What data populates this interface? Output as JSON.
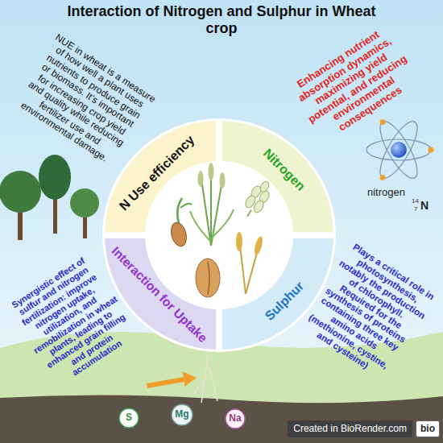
{
  "diagram": {
    "title": "Interaction of Nitrogen and Sulphur in Wheat crop",
    "nodes": [
      {
        "text": [
          "N Use efficiency"
        ]
      },
      {
        "text": [
          "Nitrogen"
        ]
      },
      {
        "text": [
          "Interaction for Uptake"
        ]
      },
      {
        "text": [
          "Sulphur"
        ]
      },
      {
        "text": [
          "S"
        ]
      },
      {
        "text": [
          "Mg"
        ]
      },
      {
        "text": [
          "Na"
        ]
      }
    ],
    "labels": [
      "NUE in wheat is a measure of how well a plant uses nutrients to produce grain or biomass. It's important for increasing crop yield and quality while reducing fertilizer use and environmental damage.",
      "Enhancing nutrient absorption dynamics, maximizing yield potential, and reducing environmental consequences",
      "nitrogen",
      "14",
      "7",
      "N",
      "Synergistic effect of sulfur and nitrogen fertilization: improve nitrogen uptake, utilization, and remobilization in wheat plants, leading to enhanced grain filling and protein accumulation",
      "Plays a critical role in photosynthesis, notably the production of chlorophyll. Required for the synthesis of proteins containing three key amino acids (methionine, cystine, and cysteine)",
      "Created in BioRender.com",
      "bio"
    ]
  }
}
